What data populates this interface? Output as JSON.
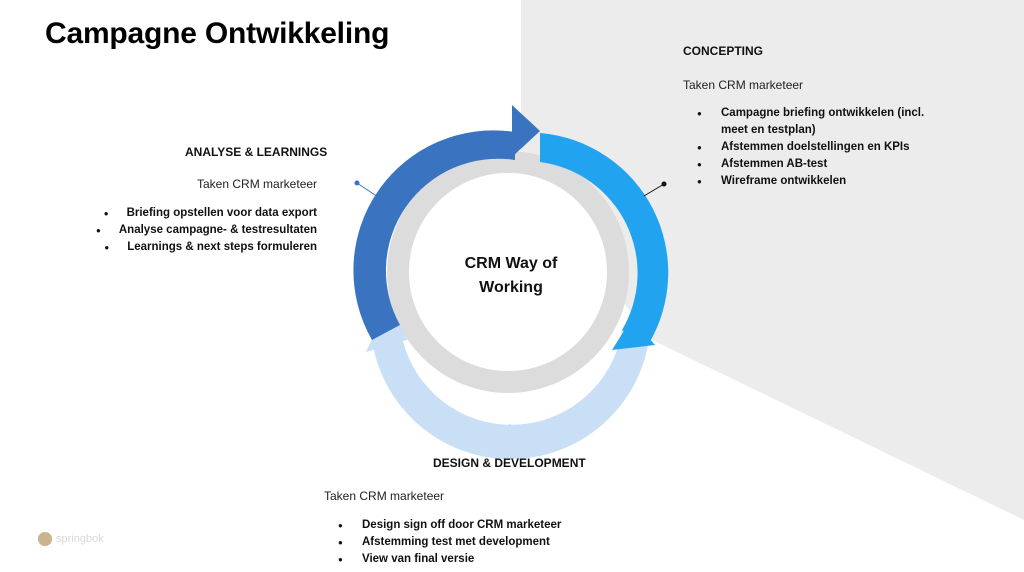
{
  "title": "Campagne Ontwikkeling",
  "center_label": [
    "CRM Way of",
    "Working"
  ],
  "colors": {
    "grey_panel": "#ececec",
    "arrow_dark_blue": "#3a73bf",
    "arrow_bright_blue": "#22a3f0",
    "arrow_light_blue": "#c9dff5",
    "inner_ring": "#dcdcdc"
  },
  "sections": {
    "concepting": {
      "heading": "CONCEPTING",
      "sub": "Taken CRM marketeer",
      "tasks": [
        "Campagne briefing ontwikkelen (incl.",
        "meet en testplan)",
        "Afstemmen doelstellingen en KPIs",
        "Afstemmen AB-test",
        "Wireframe ontwikkelen"
      ]
    },
    "analyse": {
      "heading": "ANALYSE & LEARNINGS",
      "sub": "Taken CRM marketeer",
      "tasks": [
        "Briefing opstellen voor data export",
        "Analyse campagne- & testresultaten",
        "Learnings & next steps formuleren"
      ]
    },
    "design": {
      "heading": "DESIGN & DEVELOPMENT",
      "sub": "Taken CRM marketeer",
      "tasks": [
        "Design sign off door CRM marketeer",
        "Afstemming test met development",
        "View van final versie"
      ]
    }
  },
  "logo_text": "springbok"
}
